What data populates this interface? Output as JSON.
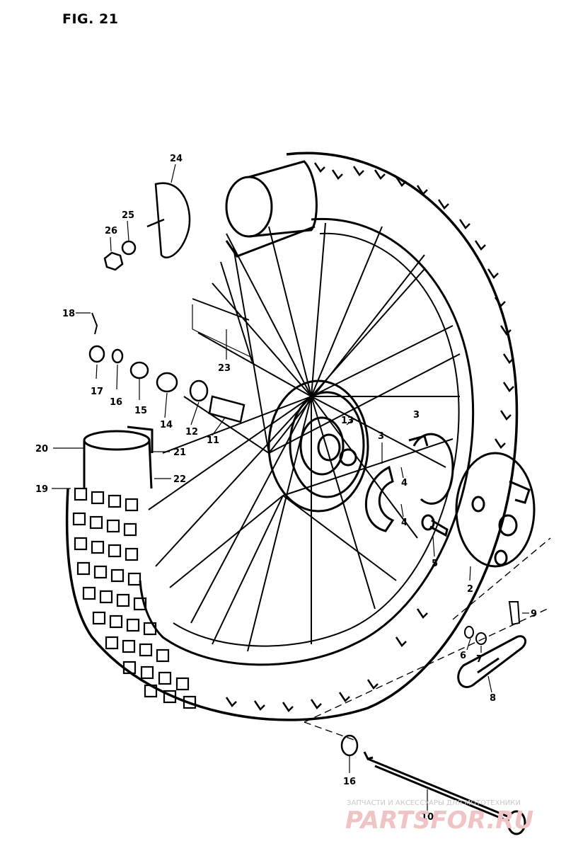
{
  "figure": {
    "title": "FIG. 21"
  },
  "labels": {
    "p2": "2",
    "p3a": "3",
    "p3b": "3",
    "p4a": "4",
    "p4b": "4",
    "p5": "5",
    "p6": "6",
    "p7": "7",
    "p8": "8",
    "p9": "9",
    "p10": "10",
    "p11": "11",
    "p12": "12",
    "p13": "13",
    "p14": "14",
    "p15": "15",
    "p16a": "16",
    "p16b": "16",
    "p17": "17",
    "p18": "18",
    "p19": "19",
    "p20": "20",
    "p21": "21",
    "p22": "22",
    "p23": "23",
    "p24": "24",
    "p25": "25",
    "p26": "26"
  },
  "watermark": {
    "caption": "ЗАПЧАСТИ И АКСЕССУАРЫ ДЛЯ МОТОТЕХНИКИ",
    "brand": "PARTSFOR.RU",
    "color": "#e08080"
  }
}
